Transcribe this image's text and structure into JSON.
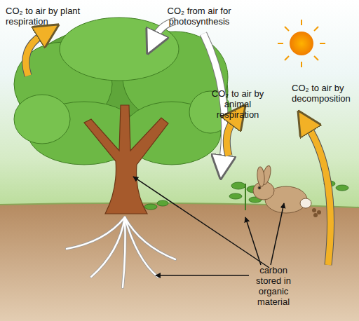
{
  "diagram": {
    "labels": [
      "CO₂ to air by plant respiration",
      "CO₂ from air for photosynthesis",
      "CO₂ to air by animal respiration",
      "CO₂ to air by decomposition",
      "carbon stored in organic material"
    ]
  }
}
